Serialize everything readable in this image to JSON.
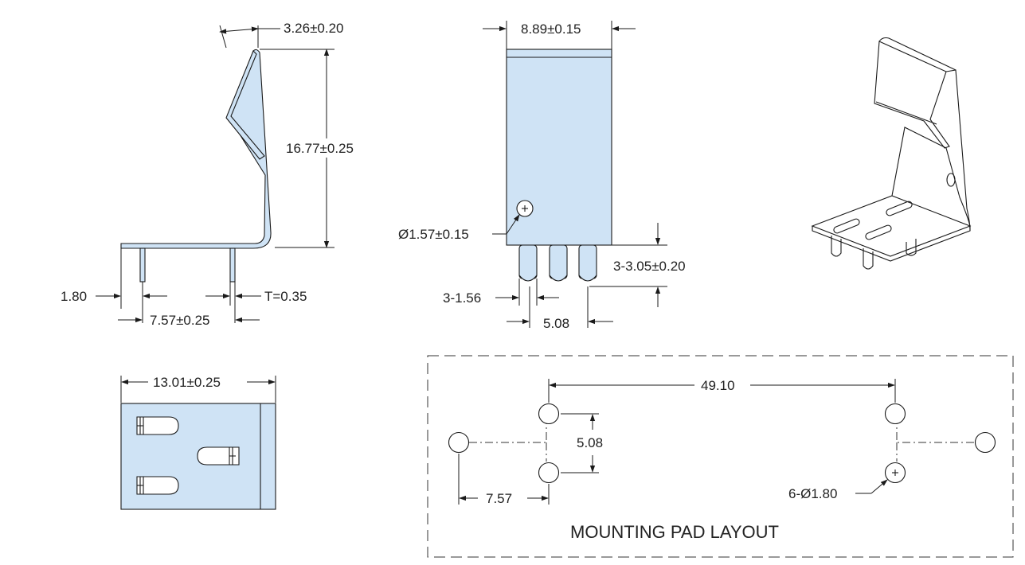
{
  "colors": {
    "part_fill": "#cfe3f5",
    "line": "#1a1a1a",
    "background": "#ffffff"
  },
  "side_view": {
    "clip_opening": "3.26±0.20",
    "height": "16.77±0.25",
    "pin_offset": "1.80",
    "pin_spacing": "7.57±0.25",
    "thickness": "T=0.35"
  },
  "front_view": {
    "width": "8.89±0.15",
    "hole_diameter": "Ø1.57±0.15",
    "pin_length": "3-3.05±0.20",
    "pin_width": "3-1.56",
    "pin_pitch": "5.08"
  },
  "bottom_view": {
    "width": "13.01±0.25"
  },
  "pad_layout": {
    "title": "MOUNTING PAD LAYOUT",
    "span": "49.10",
    "vertical_pitch": "5.08",
    "horizontal_offset": "7.57",
    "hole_note": "6-Ø1.80"
  }
}
